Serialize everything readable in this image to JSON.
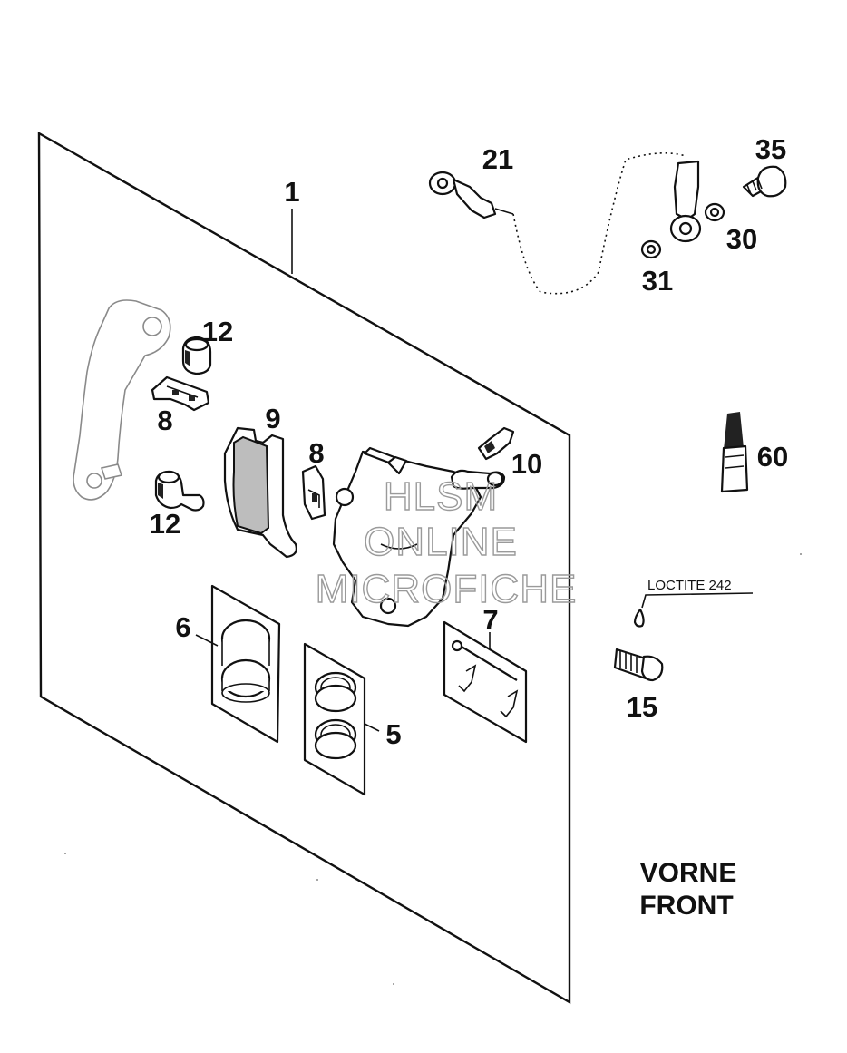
{
  "labels": {
    "p1": "1",
    "p5": "5",
    "p6": "6",
    "p7": "7",
    "p8a": "8",
    "p8b": "8",
    "p9": "9",
    "p10": "10",
    "p12a": "12",
    "p12b": "12",
    "p15": "15",
    "p21": "21",
    "p30": "30",
    "p31": "31",
    "p35": "35",
    "p60": "60"
  },
  "loctite_label": "LOCTITE 242",
  "watermark": {
    "line1": "HLSM",
    "line2": "ONLINE",
    "line3": "MICROFICHE"
  },
  "orientation": {
    "line1": "VORNE",
    "line2": "FRONT"
  },
  "colors": {
    "ink": "#111111",
    "watermark": "#9a9a9a",
    "background": "#ffffff"
  }
}
